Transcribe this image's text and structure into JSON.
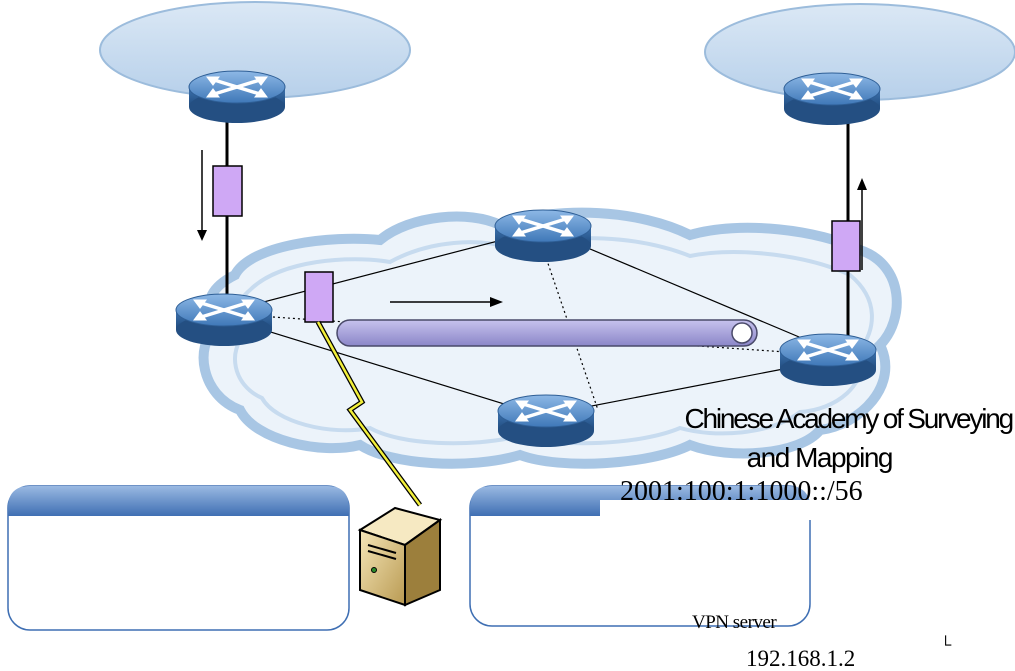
{
  "labels": {
    "org_name_line1": "Chinese Academy of Surveying",
    "org_name_line2": "and Mapping",
    "prefix": "2001:100:1:1000::/56",
    "vpn_server": "VPN server",
    "vpn_ip": "192.168.1.2",
    "corner_mark": "└"
  },
  "colors": {
    "cloud_fill": "#c9dcee",
    "cloud_stroke": "#8fb3d6",
    "router_top": "#5a8fc8",
    "router_side": "#2f5f96",
    "packet": "#c9a6f2",
    "tunnel": "#a8a3d8",
    "panel_header": "#4f7fc0",
    "lightning": "#f2ef3a"
  },
  "icons": {
    "router": "router-icon",
    "server": "server-icon"
  }
}
